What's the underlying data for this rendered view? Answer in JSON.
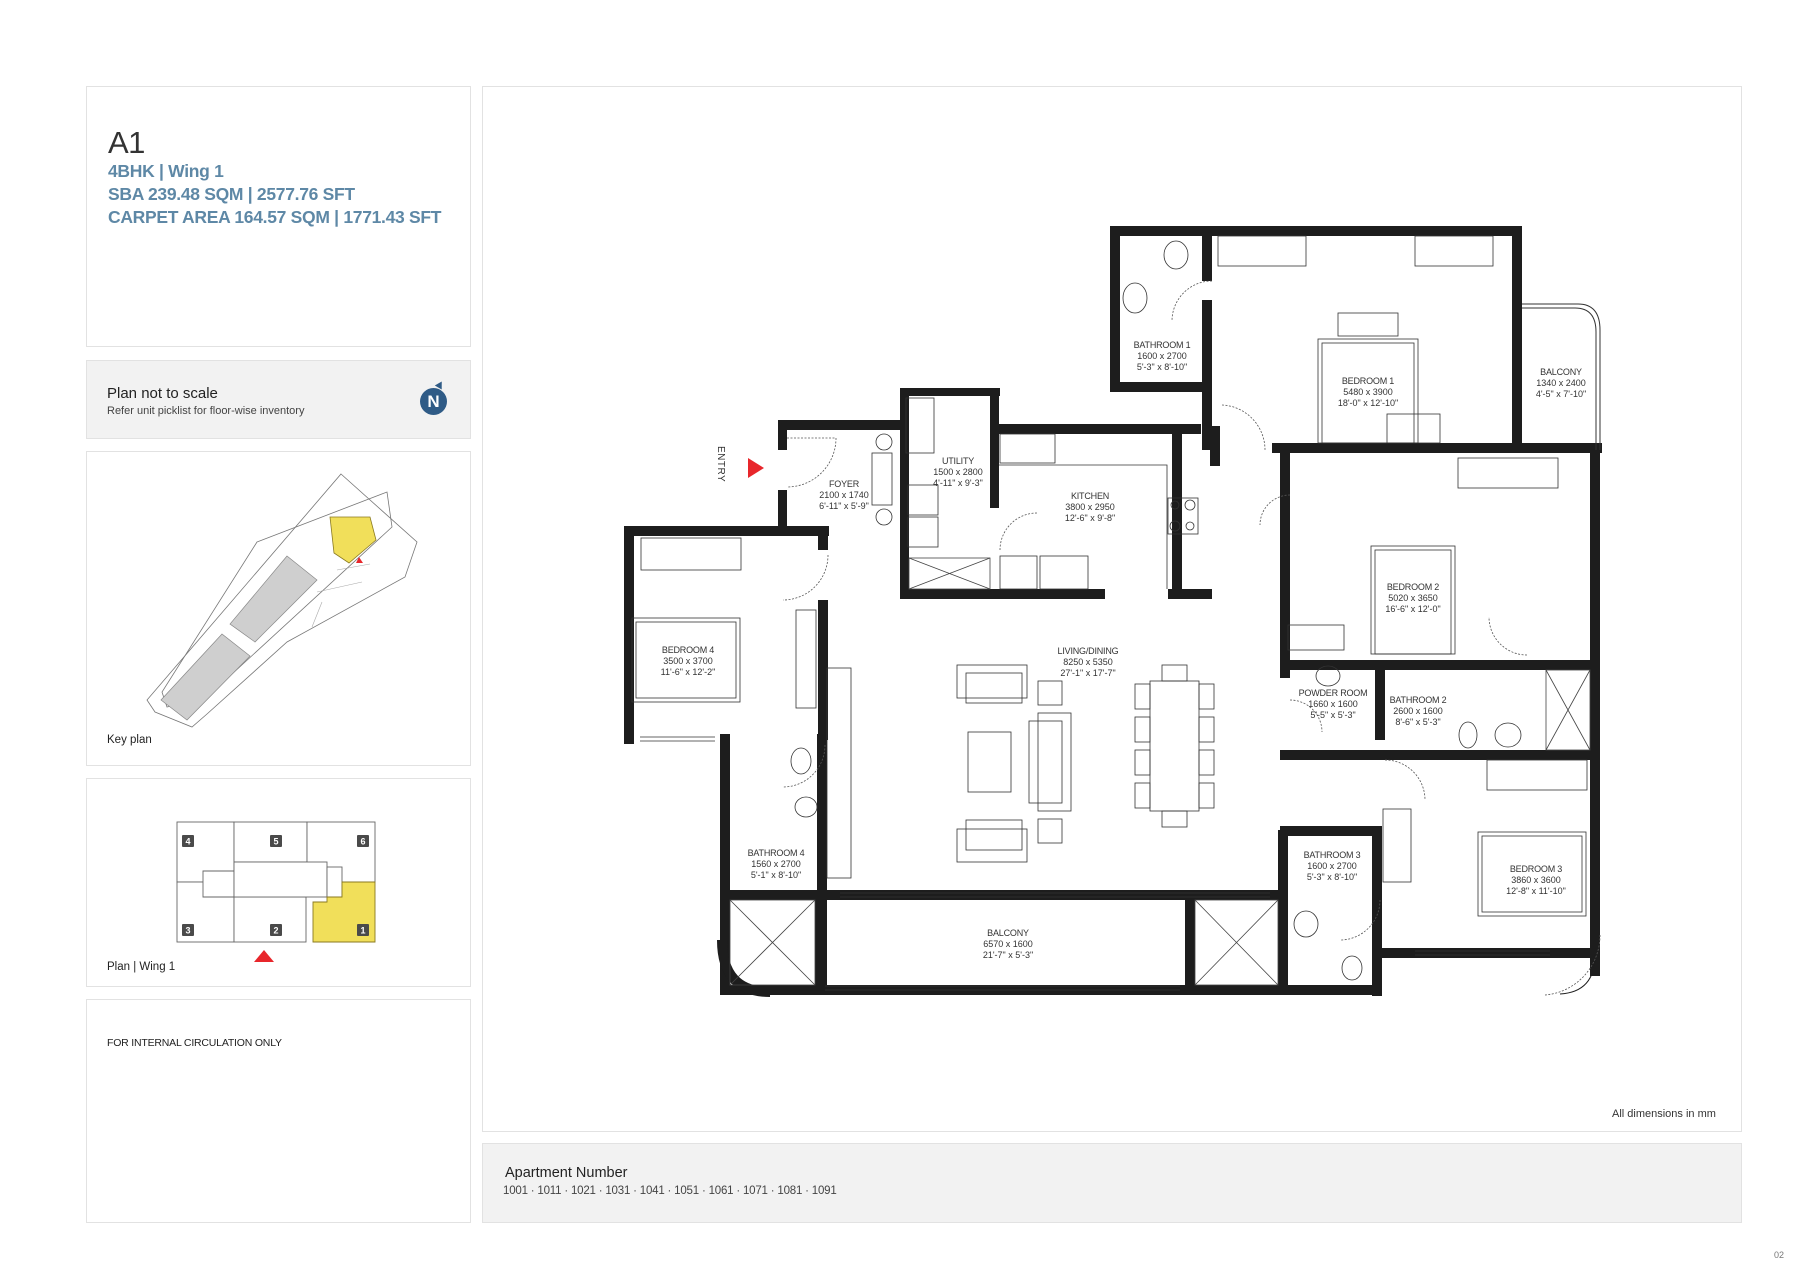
{
  "unit": {
    "code": "A1",
    "type_wing": "4BHK | Wing 1",
    "sba": "SBA 239.48 SQM | 2577.76 SFT",
    "carpet": "CARPET AREA 164.57 SQM | 1771.43 SFT"
  },
  "scale_panel": {
    "title": "Plan not to scale",
    "subtitle": "Refer unit picklist for floor-wise inventory",
    "compass_label": "N",
    "icon": "north-compass-icon"
  },
  "key_plan": {
    "caption": "Key plan",
    "highlight_color": "#f1df5a"
  },
  "wing_plan": {
    "caption": "Plan | Wing 1",
    "units": [
      "4",
      "5",
      "6",
      "3",
      "2",
      "1"
    ],
    "highlighted_unit": "1",
    "highlight_color": "#f1df5a",
    "entry_marker_color": "#e8262b"
  },
  "note": {
    "text": "FOR INTERNAL CIRCULATION ONLY"
  },
  "floor_plan": {
    "entry_label": "ENTRY",
    "dimension_note": "All dimensions in mm",
    "rooms": [
      {
        "name": "FOYER",
        "mm": "2100 x 1740",
        "ft": "6'-11\" x 5'-9\""
      },
      {
        "name": "UTILITY",
        "mm": "1500 x 2800",
        "ft": "4'-11\" x 9'-3\""
      },
      {
        "name": "KITCHEN",
        "mm": "3800 x 2950",
        "ft": "12'-6\" x 9'-8\""
      },
      {
        "name": "BATHROOM 1",
        "mm": "1600 x 2700",
        "ft": "5'-3\" x 8'-10\""
      },
      {
        "name": "BEDROOM 1",
        "mm": "5480 x 3900",
        "ft": "18'-0\" x 12'-10\""
      },
      {
        "name": "BALCONY",
        "mm": "1340 x 2400",
        "ft": "4'-5\" x 7'-10\""
      },
      {
        "name": "BEDROOM 2",
        "mm": "5020 x 3650",
        "ft": "16'-6\" x 12'-0\""
      },
      {
        "name": "POWDER ROOM",
        "mm": "1660 x 1600",
        "ft": "5'-5\" x 5'-3\""
      },
      {
        "name": "BATHROOM 2",
        "mm": "2600 x 1600",
        "ft": "8'-6\" x 5'-3\""
      },
      {
        "name": "BEDROOM 4",
        "mm": "3500 x 3700",
        "ft": "11'-6\" x 12'-2\""
      },
      {
        "name": "LIVING/DINING",
        "mm": "8250 x 5350",
        "ft": "27'-1\" x 17'-7\""
      },
      {
        "name": "BATHROOM 4",
        "mm": "1560 x 2700",
        "ft": "5'-1\" x 8'-10\""
      },
      {
        "name": "BATHROOM 3",
        "mm": "1600 x 2700",
        "ft": "5'-3\" x 8'-10\""
      },
      {
        "name": "BEDROOM 3",
        "mm": "3860 x 3600",
        "ft": "12'-8\" x 11'-10\""
      },
      {
        "name": "BALCONY",
        "mm": "6570 x 1600",
        "ft": "21'-7\" x 5'-3\""
      }
    ]
  },
  "apartments": {
    "title": "Apartment Number",
    "list": "1001 · 1011 · 1021 · 1031 · 1041 · 1051 · 1061 · 1071 · 1081 · 1091"
  },
  "page_number": "02"
}
